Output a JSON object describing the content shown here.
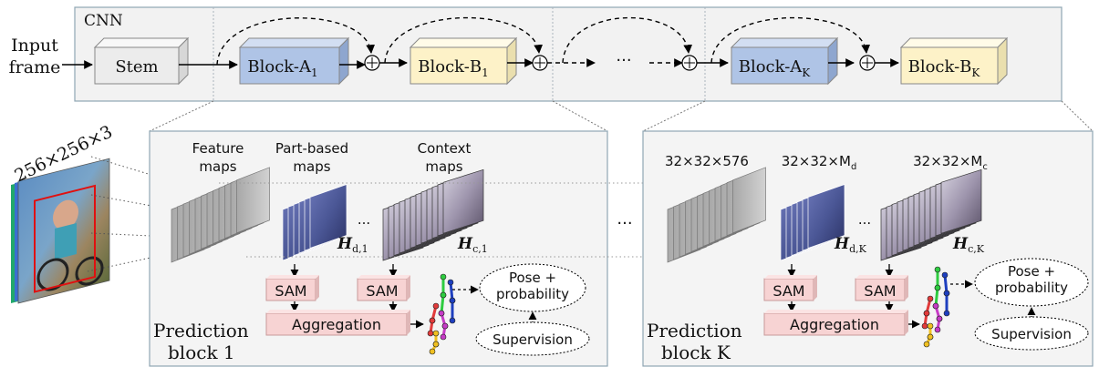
{
  "input": {
    "line1": "Input",
    "line2": "frame",
    "dims": "256×256×3"
  },
  "cnn": {
    "label": "CNN",
    "stem": "Stem",
    "block_a1": {
      "base": "Block-A",
      "sub": "1"
    },
    "block_b1": {
      "base": "Block-B",
      "sub": "1"
    },
    "block_ak": {
      "base": "Block-A",
      "sub": "K"
    },
    "block_bk": {
      "base": "Block-B",
      "sub": "K"
    },
    "ellipsis": "···"
  },
  "pred1": {
    "title_line1": "Prediction",
    "title_line2": "block 1",
    "feature_l1": "Feature",
    "feature_l2": "maps",
    "part_l1": "Part-based",
    "part_l2": "maps",
    "context_l1": "Context",
    "context_l2": "maps",
    "h_d": {
      "base": "H",
      "sub": "d,1"
    },
    "h_c": {
      "base": "H",
      "sub": "c,1"
    },
    "sam": "SAM",
    "aggregation": "Aggregation",
    "pose_l1": "Pose +",
    "pose_l2": "probability",
    "supervision": "Supervision",
    "dots": "..."
  },
  "predk": {
    "title_line1": "Prediction",
    "title_line2": "block K",
    "dim_feature": "32×32×576",
    "dim_part": {
      "base": "32×32×M",
      "sub": "d"
    },
    "dim_context": {
      "base": "32×32×M",
      "sub": "c"
    },
    "h_d": {
      "base": "H",
      "sub": "d,K"
    },
    "h_c": {
      "base": "H",
      "sub": "c,K"
    },
    "sam": "SAM",
    "aggregation": "Aggregation",
    "pose_l1": "Pose +",
    "pose_l2": "probability",
    "supervision": "Supervision",
    "dots": "..."
  },
  "middle_ellipsis": "...",
  "colors": {
    "block_a": "#afc4e6",
    "block_b": "#fdf2c8",
    "stem": "#ececec",
    "sam": "#f7d3d3",
    "panel": "#f4f4f4",
    "cnn_panel": "#f2f2f2",
    "skeleton_left": [
      "#e23b3b",
      "#c63bc6",
      "#f0c020"
    ],
    "skeleton_mid": [
      "#2ecc40",
      "#1e3fbf"
    ]
  }
}
